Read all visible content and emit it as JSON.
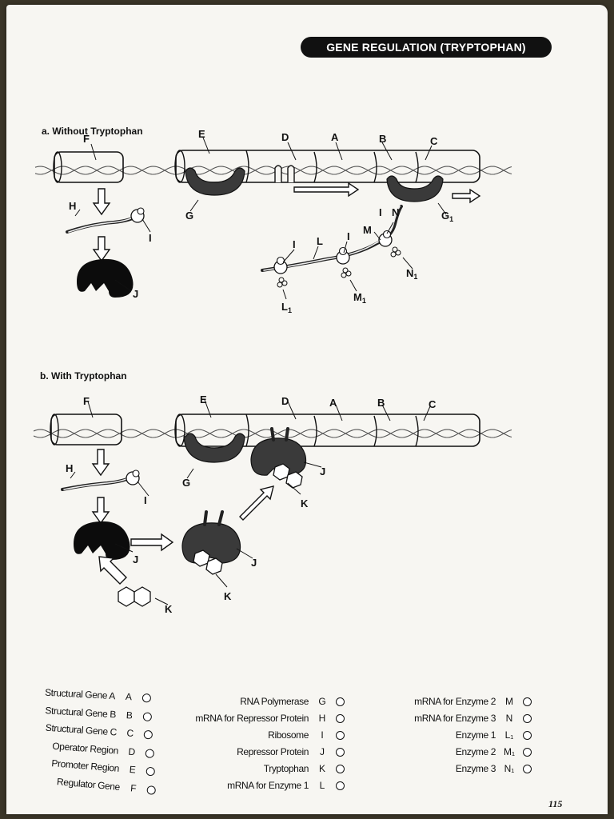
{
  "header": {
    "title": "GENE REGULATION (TRYPTOPHAN)"
  },
  "sections": {
    "a": {
      "title": "a. Without Tryptophan"
    },
    "b": {
      "title": "b. With Tryptophan"
    }
  },
  "labels": {
    "A": "A",
    "B": "B",
    "C": "C",
    "D": "D",
    "E": "E",
    "F": "F",
    "G": "G",
    "G1": "G",
    "H": "H",
    "I": "I",
    "J": "J",
    "K": "K",
    "L": "L",
    "L1": "L",
    "M": "M",
    "M1": "M",
    "N": "N",
    "N1": "N",
    "sub1": "1"
  },
  "legend": {
    "col1": [
      {
        "name": "Structural Gene A",
        "code": "A"
      },
      {
        "name": "Structural Gene B",
        "code": "B"
      },
      {
        "name": "Structural Gene C",
        "code": "C"
      },
      {
        "name": "Operator Region",
        "code": "D"
      },
      {
        "name": "Promoter Region",
        "code": "E"
      },
      {
        "name": "Regulator Gene",
        "code": "F"
      }
    ],
    "col2": [
      {
        "name": "RNA Polymerase",
        "code": "G"
      },
      {
        "name": "mRNA for Repressor Protein",
        "code": "H"
      },
      {
        "name": "Ribosome",
        "code": "I"
      },
      {
        "name": "Repressor Protein",
        "code": "J"
      },
      {
        "name": "Tryptophan",
        "code": "K"
      },
      {
        "name": "mRNA for Enzyme 1",
        "code": "L"
      }
    ],
    "col3": [
      {
        "name": "mRNA for Enzyme 2",
        "code": "M"
      },
      {
        "name": "mRNA for Enzyme 3",
        "code": "N"
      },
      {
        "name": "Enzyme 1",
        "code": "L₁"
      },
      {
        "name": "Enzyme 2",
        "code": "M₁"
      },
      {
        "name": "Enzyme 3",
        "code": "N₁"
      }
    ]
  },
  "page_number": "115"
}
